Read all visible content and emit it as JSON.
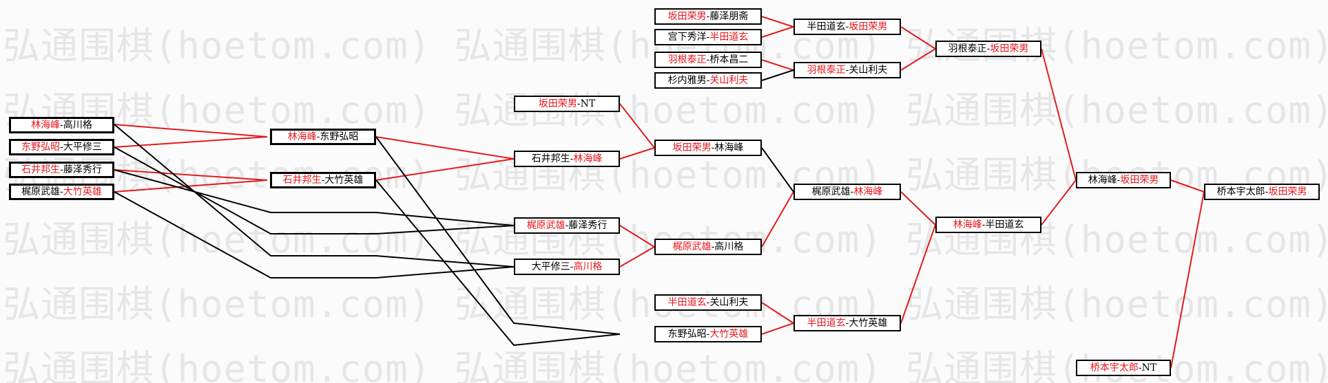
{
  "watermark": "弘通围棋(hoetom.com) 弘通围棋(hoetom.com) 弘通围棋(hoetom.com)",
  "colors": {
    "winner": "#e8161b",
    "loser": "#000000",
    "line_black": "#000000",
    "line_red": "#e31a1c"
  },
  "matches": [
    {
      "id": "r1a",
      "p1": "林海峰",
      "p2": "高川格",
      "winner": 1
    },
    {
      "id": "r1b",
      "p1": "东野弘昭",
      "p2": "大平修三",
      "winner": 1
    },
    {
      "id": "r1c",
      "p1": "石井邦生",
      "p2": "藤泽秀行",
      "winner": 1
    },
    {
      "id": "r1d",
      "p1": "梶原武雄",
      "p2": "大竹英雄",
      "winner": 2
    },
    {
      "id": "r2a",
      "p1": "林海峰",
      "p2": "东野弘昭",
      "winner": 1
    },
    {
      "id": "r2b",
      "p1": "石井邦生",
      "p2": "大竹英雄",
      "winner": 1
    },
    {
      "id": "r3a",
      "p1": "坂田荣男",
      "p2": "NT",
      "winner": 1
    },
    {
      "id": "r3b",
      "p1": "石井邦生",
      "p2": "林海峰",
      "winner": 2
    },
    {
      "id": "r3c",
      "p1": "梶原武雄",
      "p2": "藤泽秀行",
      "winner": 1
    },
    {
      "id": "r3d",
      "p1": "大平修三",
      "p2": "高川格",
      "winner": 2
    },
    {
      "id": "r4a",
      "p1": "坂田荣男",
      "p2": "藤泽朋斋",
      "winner": 1
    },
    {
      "id": "r4b",
      "p1": "宫下秀洋",
      "p2": "半田道玄",
      "winner": 2
    },
    {
      "id": "r4c",
      "p1": "羽根泰正",
      "p2": "桥本昌二",
      "winner": 1
    },
    {
      "id": "r4d",
      "p1": "杉内雅男",
      "p2": "关山利夫",
      "winner": 2
    },
    {
      "id": "r4e",
      "p1": "坂田荣男",
      "p2": "林海峰",
      "winner": 1
    },
    {
      "id": "r4f",
      "p1": "梶原武雄",
      "p2": "高川格",
      "winner": 1
    },
    {
      "id": "r4g",
      "p1": "半田道玄",
      "p2": "关山利夫",
      "winner": 1
    },
    {
      "id": "r4h",
      "p1": "东野弘昭",
      "p2": "大竹英雄",
      "winner": 2
    },
    {
      "id": "r5a",
      "p1": "半田道玄",
      "p2": "坂田荣男",
      "winner": 2
    },
    {
      "id": "r5b",
      "p1": "羽根泰正",
      "p2": "关山利夫",
      "winner": 1
    },
    {
      "id": "r5c",
      "p1": "梶原武雄",
      "p2": "林海峰",
      "winner": 2
    },
    {
      "id": "r5d",
      "p1": "半田道玄",
      "p2": "大竹英雄",
      "winner": 1
    },
    {
      "id": "r6a",
      "p1": "羽根泰正",
      "p2": "坂田荣男",
      "winner": 2
    },
    {
      "id": "r6b",
      "p1": "林海峰",
      "p2": "半田道玄",
      "winner": 1
    },
    {
      "id": "r7a",
      "p1": "林海峰",
      "p2": "坂田荣男",
      "winner": 2
    },
    {
      "id": "r7b",
      "p1": "桥本宇太郎",
      "p2": "NT",
      "winner": 1
    },
    {
      "id": "final",
      "p1": "桥本宇太郎",
      "p2": "坂田荣男",
      "winner": 2
    }
  ]
}
